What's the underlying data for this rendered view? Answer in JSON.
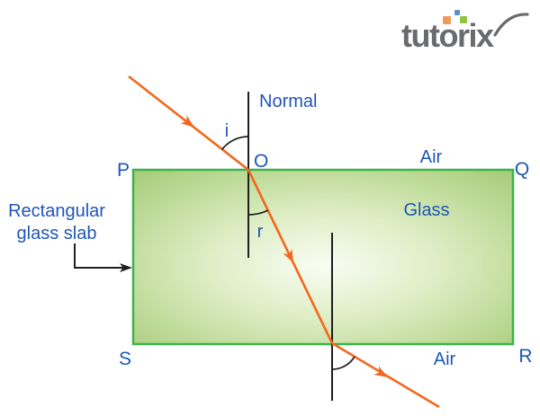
{
  "brand": {
    "name": "tutorix",
    "text_color": "#6a6b6e",
    "squares": [
      {
        "name": "orange-square",
        "color": "#f09a5e"
      },
      {
        "name": "blue-square",
        "color": "#5c8fd6"
      },
      {
        "name": "green-square",
        "color": "#8dc63f"
      }
    ]
  },
  "diagram": {
    "caption": {
      "line1": "Rectangular",
      "line2": "glass slab"
    },
    "labels": {
      "normal": "Normal",
      "incidence_angle": "i",
      "refraction_angle": "r",
      "point_of_incidence": "O",
      "air_top": "Air",
      "air_bottom": "Air",
      "glass": "Glass",
      "corner_top_left": "P",
      "corner_top_right": "Q",
      "corner_bottom_right": "R",
      "corner_bottom_left": "S"
    },
    "colors": {
      "label_blue": "#1e56b8",
      "ray_orange": "#f4671d",
      "slab_border": "#3cb44a",
      "slab_fill_edge": "#a0c870",
      "slab_fill_center": "#fafdf4",
      "line_black": "#1f1f1f"
    }
  }
}
